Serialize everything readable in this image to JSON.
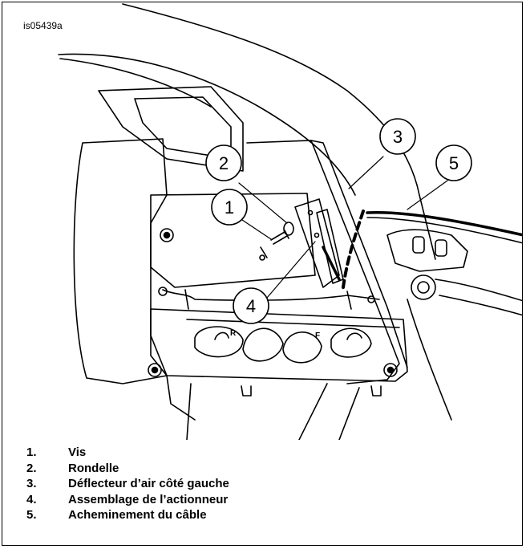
{
  "figure_id": "is05439a",
  "callouts": [
    {
      "number": "1",
      "label": "Vis"
    },
    {
      "number": "2",
      "label": "Rondelle"
    },
    {
      "number": "3",
      "label": "Déflecteur d’air côté gauche"
    },
    {
      "number": "4",
      "label": "Assemblage de l’actionneur"
    },
    {
      "number": "5",
      "label": "Acheminement du câble"
    }
  ],
  "legend": [
    {
      "num": "1.",
      "text": "Vis"
    },
    {
      "num": "2.",
      "text": "Rondelle"
    },
    {
      "num": "3.",
      "text": "Déflecteur d’air côté gauche"
    },
    {
      "num": "4.",
      "text": "Assemblage de l’actionneur"
    },
    {
      "num": "5.",
      "text": "Acheminement du câble"
    }
  ],
  "embossed_letters": {
    "left": "R",
    "right": "F"
  }
}
